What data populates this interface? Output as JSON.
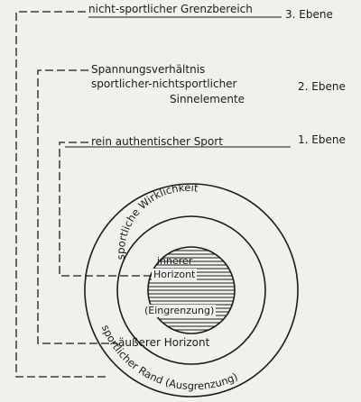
{
  "levels": [
    {
      "text": "nicht-sportlicher Grenzbereich",
      "ebene": "3. Ebene"
    },
    {
      "lines": [
        "Spannungsverhältnis",
        "sportlicher-nichtsportlicher",
        "Sinnelemente"
      ],
      "ebene": "2. Ebene"
    },
    {
      "text": "rein authentischer Sport",
      "ebene": "1. Ebene"
    }
  ],
  "circles": {
    "middle_ring_label": "sportliche Wirklichkeit",
    "inner_label_1": "innerer",
    "inner_label_2": "Horizont",
    "inner_label_3": "(Eingrenzung)",
    "outer_horizon_label": "äußerer Horizont",
    "outer_ring_label": "sportlicher Rand (Ausgrenzung)"
  }
}
